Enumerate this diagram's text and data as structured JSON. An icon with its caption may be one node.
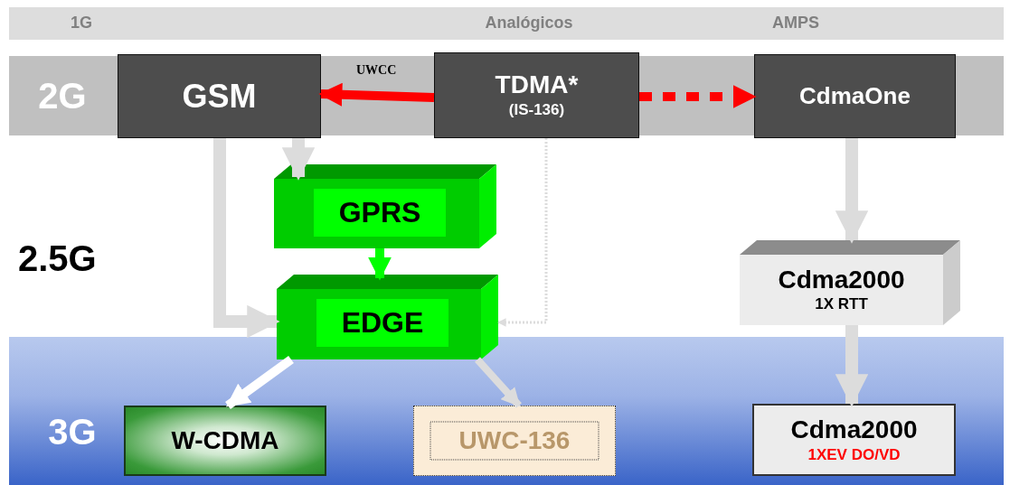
{
  "diagram": {
    "nodes": [
      {
        "text": [
          "1G",
          "Analógicos",
          "AMPS"
        ]
      },
      {
        "text": [
          "2G"
        ]
      },
      {
        "text": [
          "GSM"
        ],
        "in": 1
      },
      {
        "text": [
          "TDMA*",
          "(IS-136)"
        ],
        "in": 1
      },
      {
        "text": [
          "CdmaOne"
        ],
        "in": 1
      },
      {
        "text": [
          "GPRS"
        ]
      },
      {
        "text": [
          "EDGE"
        ]
      },
      {
        "text": [
          "Cdma2000",
          "1X RTT"
        ]
      },
      {
        "text": [
          "3G"
        ]
      },
      {
        "text": [
          "W-CDMA"
        ],
        "in": 8
      },
      {
        "text": [
          "UWC-136"
        ],
        "in": 8
      },
      {
        "text": [
          "Cdma2000",
          "1XEV DO/VD"
        ],
        "in": 8
      }
    ],
    "edges": [
      {
        "from": 3,
        "to": 2,
        "arrow": "to",
        "label": "UWCC",
        "color": "#ff0000"
      },
      {
        "from": 3,
        "to": 4,
        "arrow": "to",
        "style": "dashed",
        "color": "#ff0000"
      },
      {
        "from": 2,
        "to": 5,
        "arrow": "to"
      },
      {
        "from": 2,
        "to": 6,
        "arrow": "to"
      },
      {
        "from": 3,
        "to": 6,
        "arrow": "to",
        "style": "dashed"
      },
      {
        "from": 5,
        "to": 6,
        "arrow": "to",
        "color": "#00ff00"
      },
      {
        "from": 4,
        "to": 7,
        "arrow": "to"
      },
      {
        "from": 7,
        "to": 11,
        "arrow": "to"
      },
      {
        "from": 6,
        "to": 9,
        "arrow": "to",
        "color": "#ffffff"
      },
      {
        "from": 6,
        "to": 10,
        "arrow": "to"
      }
    ],
    "labels": [
      "2.5G"
    ]
  }
}
